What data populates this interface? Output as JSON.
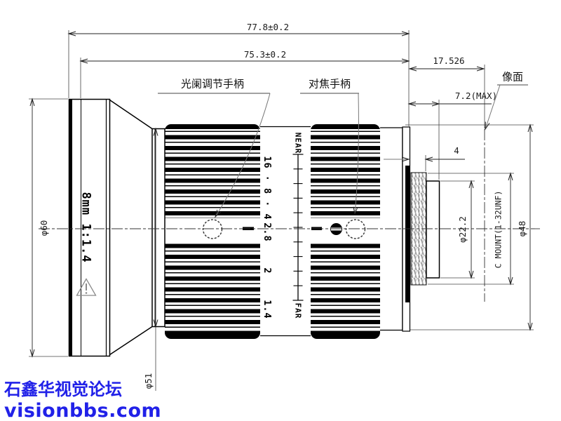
{
  "drawing": {
    "title_marking": "8mm 1:1.4",
    "dimensions": {
      "total_length": "77.8±0.2",
      "body_length": "75.3±0.2",
      "flange_focal": "17.526",
      "rear_protrusion": "7.2(MAX)",
      "thread_length": "4",
      "front_diameter": "φ60",
      "neck_diameter": "φ51",
      "rear_element_diameter": "φ22.2",
      "mount_thread": "C MOUNT(1-32UNF)",
      "flange_diameter": "φ48"
    },
    "labels": {
      "aperture_handle": "光阑调节手柄",
      "focus_handle": "对焦手柄",
      "image_plane": "像面",
      "near": "NEAR",
      "far": "FAR"
    },
    "aperture_scale": [
      "16 · 8 · 4",
      "2.8",
      "2",
      "1.4"
    ],
    "watermark": {
      "line1": "石鑫华视觉论坛",
      "line2": "visionbbs.com",
      "color": "#2121e8"
    },
    "line_color": "#000000"
  }
}
